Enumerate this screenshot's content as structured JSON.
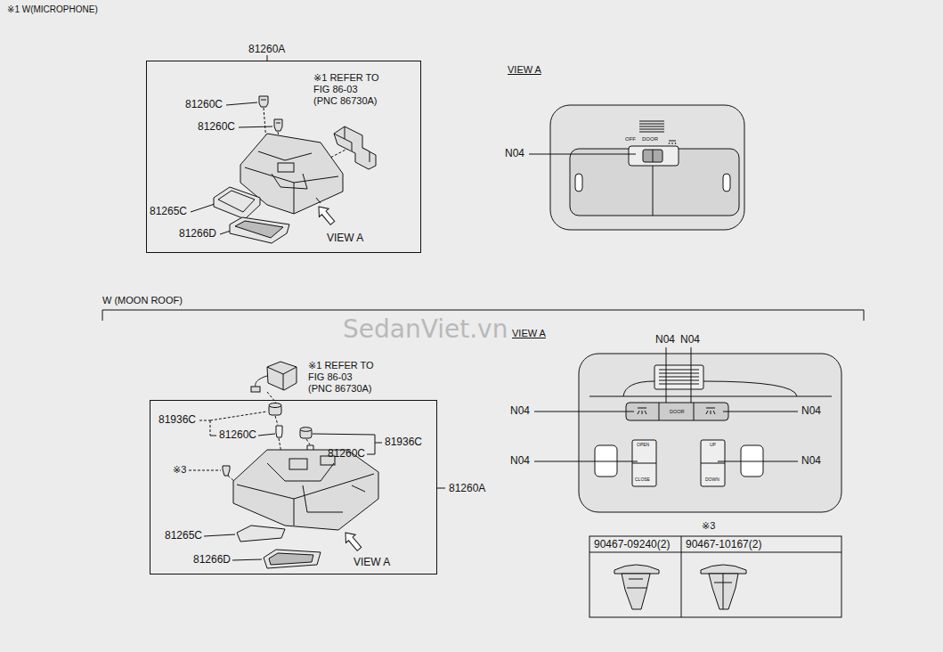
{
  "diagram": {
    "nodes": [
      {
        "text": [
          "81260A"
        ]
      },
      {
        "text": [
          "81260A"
        ]
      }
    ],
    "labels": [
      "※1 W(MICROPHONE)",
      "※1 REFER TO FIG 86-03 (PNC 86730A)",
      "81260C",
      "81260C",
      "81265C",
      "81266D",
      "VIEW A",
      "VIEW A",
      "OFF",
      "DOOR",
      "N04",
      "SedanViet.vn",
      "W (MOON ROOF)",
      "※1 REFER TO FIG 86-03 (PNC 86730A)",
      "81936C",
      "81260C",
      "81936C",
      "81260C",
      "※3",
      "81265C",
      "81266D",
      "VIEW A",
      "VIEW A",
      "N04",
      "N04",
      "N04",
      "DOOR",
      "N04",
      "OPEN",
      "CLOSE",
      "UP",
      "DOWN",
      "N04",
      "N04",
      "※3",
      "90467-09240(2)",
      "90467-10167(2)"
    ]
  }
}
